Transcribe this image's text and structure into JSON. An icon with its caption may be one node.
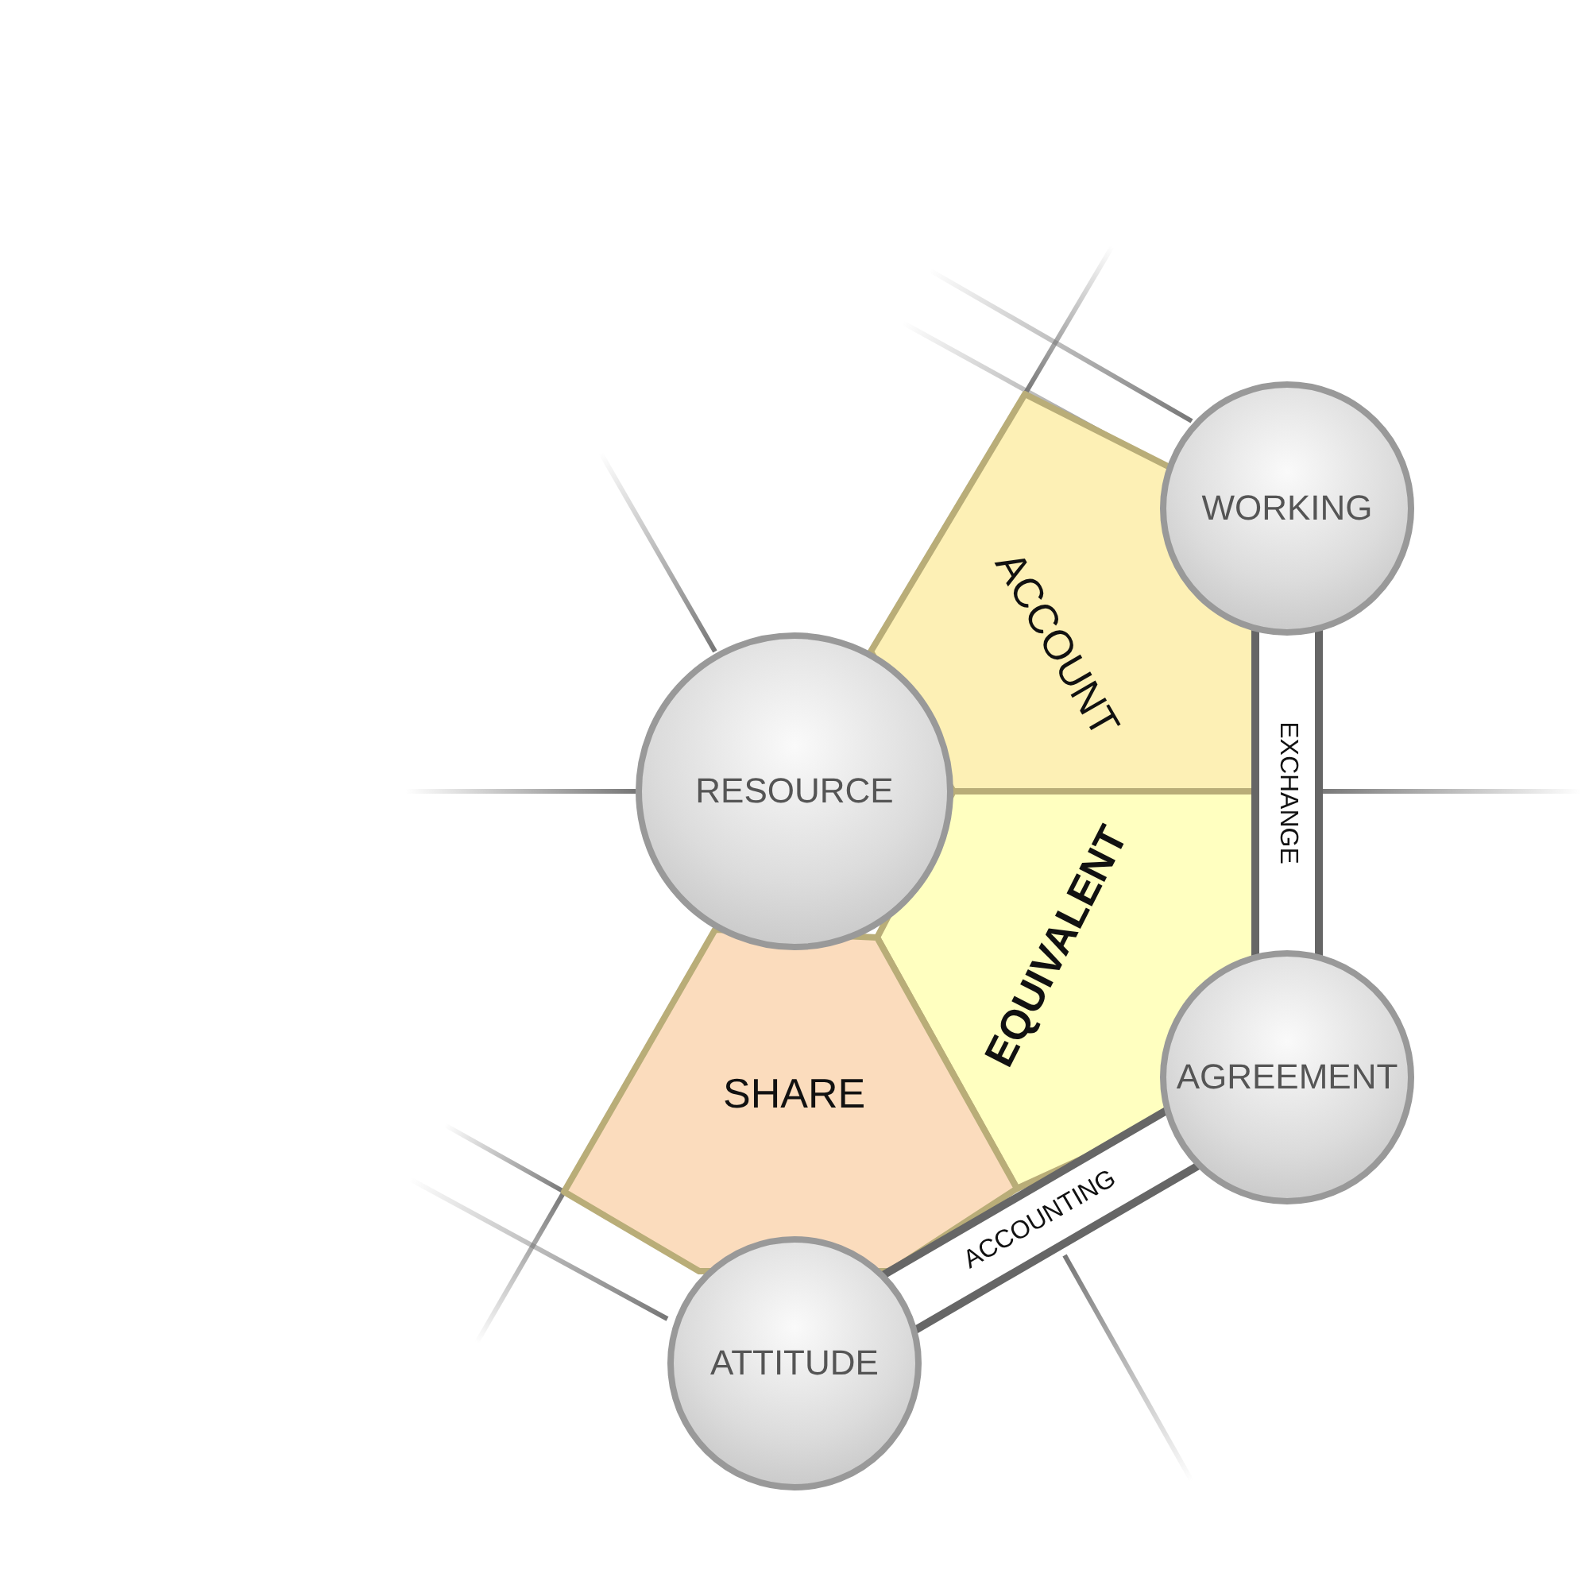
{
  "diagram": {
    "nodes": [
      {
        "text": [
          "WORKING"
        ]
      },
      {
        "text": [
          "ACCOUNT"
        ]
      },
      {
        "text": [
          "RESOURCE"
        ]
      },
      {
        "text": [
          "EQUIVALENT"
        ]
      },
      {
        "text": [
          "AGREEMENT"
        ]
      },
      {
        "text": [
          "SHARE"
        ]
      },
      {
        "text": [
          "ATTITUDE"
        ]
      }
    ],
    "edges": [
      {
        "from": 0,
        "to": 4,
        "arrow": "none",
        "label": "EXCHANGE",
        "style": "thick"
      },
      {
        "from": 6,
        "to": 4,
        "arrow": "none",
        "label": "ACCOUNTING",
        "style": "thick"
      }
    ]
  }
}
